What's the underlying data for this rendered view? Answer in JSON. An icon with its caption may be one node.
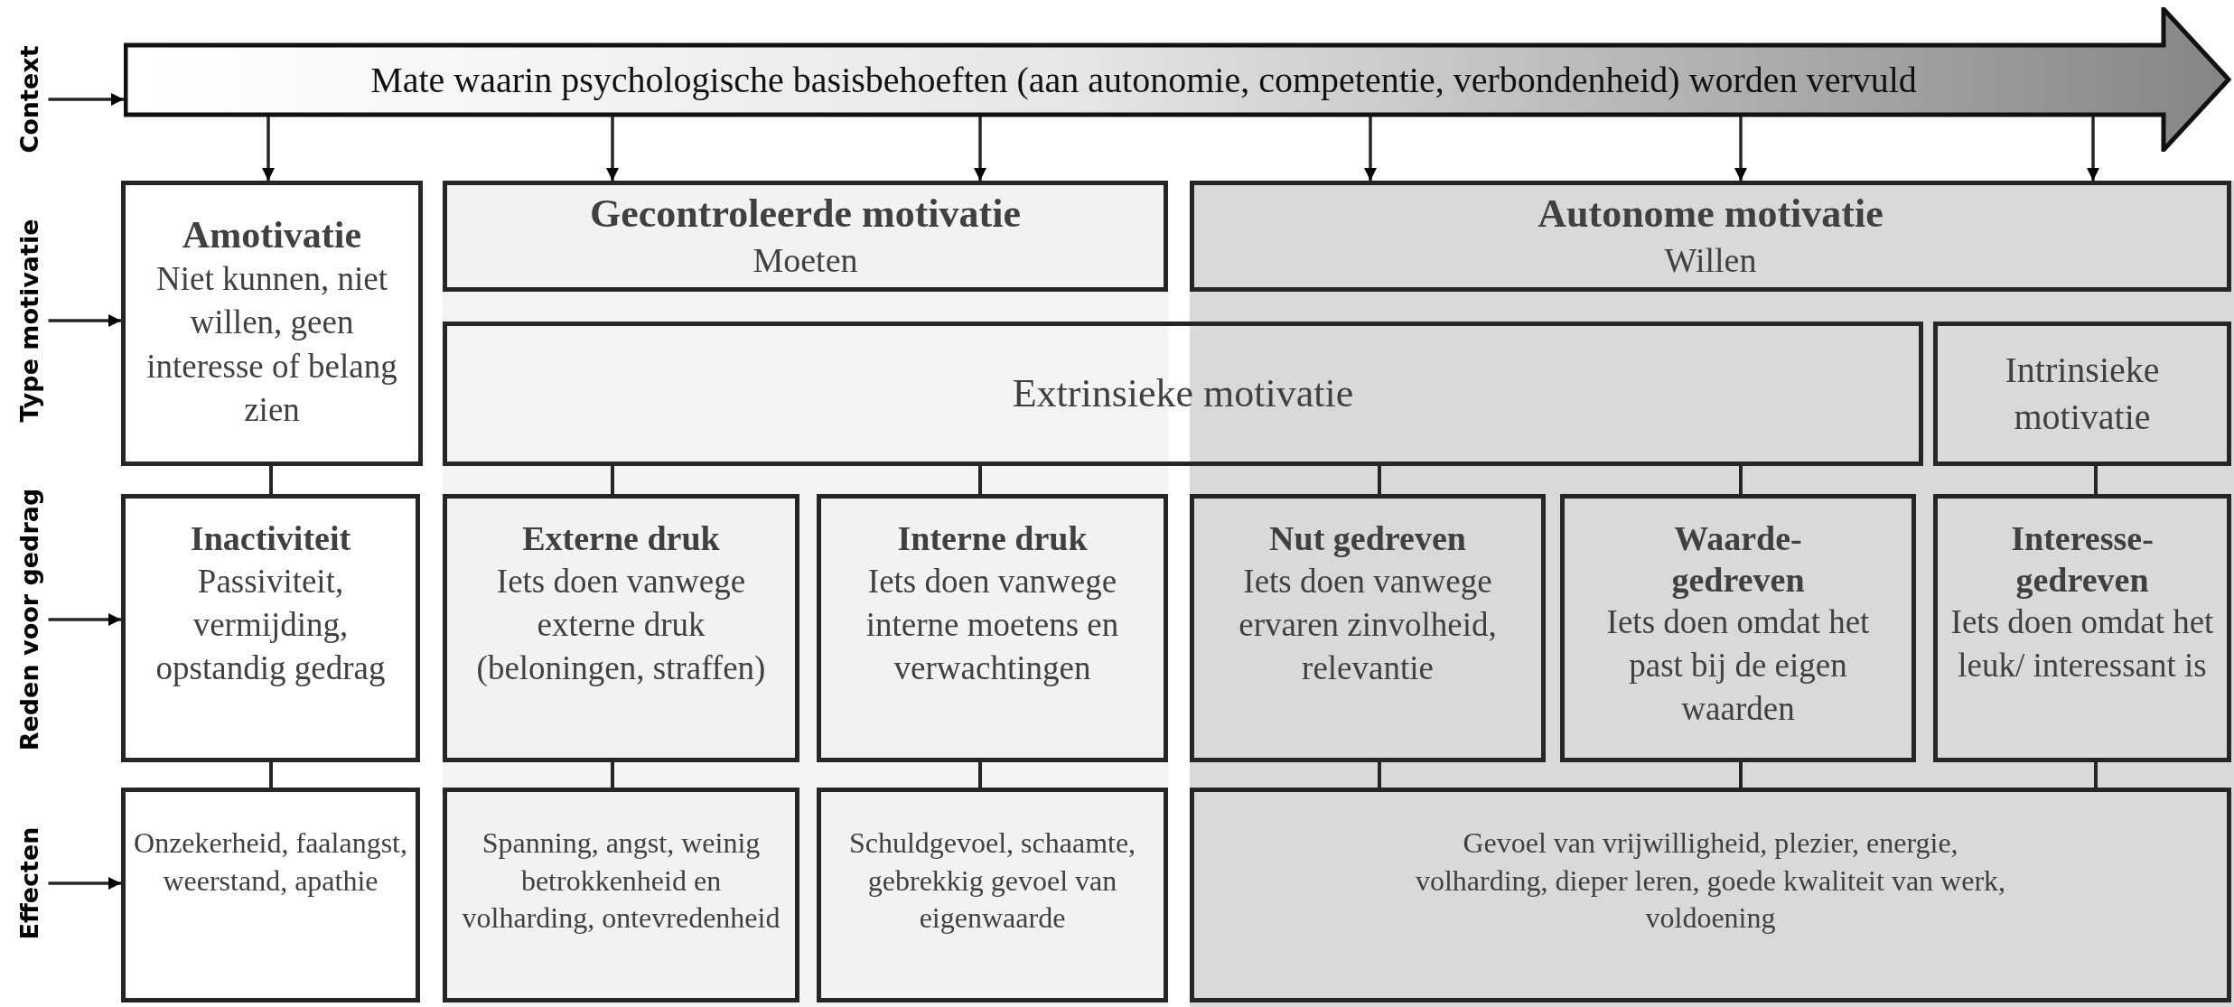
{
  "diagram": {
    "nodes": [
      {
        "text": [
          "Context"
        ]
      },
      {
        "text": [
          "Mate waarin psychologische basisbehoeften (aan autonomie, competentie, verbondenheid) worden vervuld"
        ]
      },
      {
        "text": [
          "Type motivatie"
        ]
      },
      {
        "text": [
          "Amotivatie",
          "Niet kunnen, niet willen, geen interesse of belang zien"
        ]
      },
      {
        "text": [
          "Gecontroleerde motivatie",
          "Moeten"
        ]
      },
      {
        "text": [
          "Autonome motivatie",
          "Willen"
        ]
      },
      {
        "text": [
          "Extrinsieke motivatie"
        ]
      },
      {
        "text": [
          "Intrinsieke motivatie"
        ]
      },
      {
        "text": [
          "Reden voor gedrag"
        ]
      },
      {
        "text": [
          "Inactiviteit",
          "Passiviteit, vermijding, opstandig gedrag"
        ]
      },
      {
        "text": [
          "Externe druk",
          "Iets doen vanwege externe druk (beloningen, straffen)"
        ]
      },
      {
        "text": [
          "Interne druk",
          "Iets doen vanwege interne moetens en verwachtingen"
        ]
      },
      {
        "text": [
          "Nut gedreven",
          "Iets doen vanwege ervaren zinvolheid, relevantie"
        ]
      },
      {
        "text": [
          "Waarde- gedreven",
          "Iets doen omdat het past bij de eigen waarden"
        ]
      },
      {
        "text": [
          "Interesse- gedreven",
          "Iets doen omdat het leuk/ interessant is"
        ]
      },
      {
        "text": [
          "Effecten"
        ]
      },
      {
        "text": [
          "Onzekerheid, faalangst, weerstand, apathie"
        ]
      },
      {
        "text": [
          "Spanning, angst, weinig betrokkenheid en volharding, ontevredenheid"
        ]
      },
      {
        "text": [
          "Schuldgevoel, schaamte, gebrekkig gevoel van eigenwaarde"
        ]
      },
      {
        "text": [
          "Gevoel van vrijwilligheid, plezier, energie, volharding, dieper leren, goede kwaliteit van werk, voldoening"
        ]
      }
    ],
    "edges": [
      {
        "from": 0,
        "to": 1,
        "arrow": "to"
      },
      {
        "from": 1,
        "to": 3,
        "arrow": "to"
      },
      {
        "from": 1,
        "to": 4,
        "arrow": "to"
      },
      {
        "from": 1,
        "to": 4,
        "arrow": "to"
      },
      {
        "from": 1,
        "to": 5,
        "arrow": "to"
      },
      {
        "from": 1,
        "to": 5,
        "arrow": "to"
      },
      {
        "from": 1,
        "to": 5,
        "arrow": "to"
      },
      {
        "from": 2,
        "to": 3,
        "arrow": "to"
      },
      {
        "from": 3,
        "to": 9,
        "arrow": "none"
      },
      {
        "from": 6,
        "to": 10,
        "arrow": "none"
      },
      {
        "from": 6,
        "to": 11,
        "arrow": "none"
      },
      {
        "from": 6,
        "to": 12,
        "arrow": "none"
      },
      {
        "from": 6,
        "to": 13,
        "arrow": "none"
      },
      {
        "from": 7,
        "to": 14,
        "arrow": "none"
      },
      {
        "from": 8,
        "to": 9,
        "arrow": "to"
      },
      {
        "from": 9,
        "to": 16,
        "arrow": "none"
      },
      {
        "from": 10,
        "to": 17,
        "arrow": "none"
      },
      {
        "from": 11,
        "to": 18,
        "arrow": "none"
      },
      {
        "from": 12,
        "to": 19,
        "arrow": "none"
      },
      {
        "from": 13,
        "to": 19,
        "arrow": "none"
      },
      {
        "from": 14,
        "to": 19,
        "arrow": "none"
      },
      {
        "from": 15,
        "to": 16,
        "arrow": "to"
      }
    ]
  }
}
